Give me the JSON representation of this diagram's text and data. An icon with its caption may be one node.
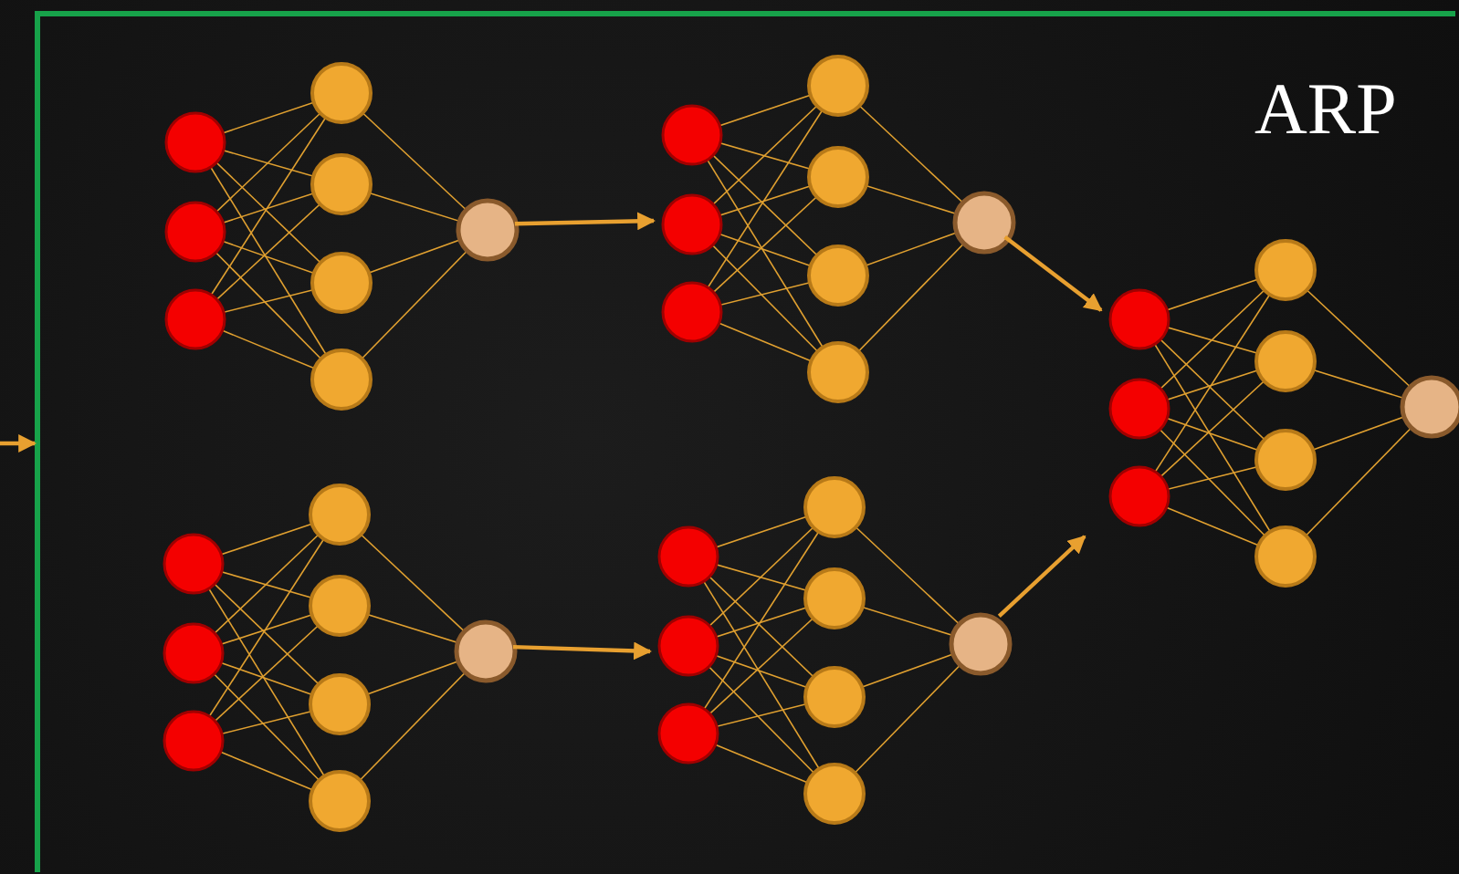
{
  "diagram": {
    "nodes": [
      {
        "text": [
          "ARP"
        ]
      },
      {
        "text": [],
        "shape": "picture",
        "in": 0
      },
      {
        "text": [],
        "shape": "picture",
        "in": 0
      },
      {
        "text": [],
        "shape": "picture",
        "in": 0
      },
      {
        "text": [],
        "shape": "picture",
        "in": 0
      },
      {
        "text": [],
        "shape": "picture",
        "in": 0
      }
    ],
    "edges": [
      {
        "from": null,
        "to": 0,
        "arrow": "to"
      },
      {
        "from": 1,
        "to": 2,
        "arrow": "to"
      },
      {
        "from": 2,
        "to": 5,
        "arrow": "to"
      },
      {
        "from": 3,
        "to": 4,
        "arrow": "to"
      },
      {
        "from": 4,
        "to": 5,
        "arrow": "to"
      }
    ]
  }
}
